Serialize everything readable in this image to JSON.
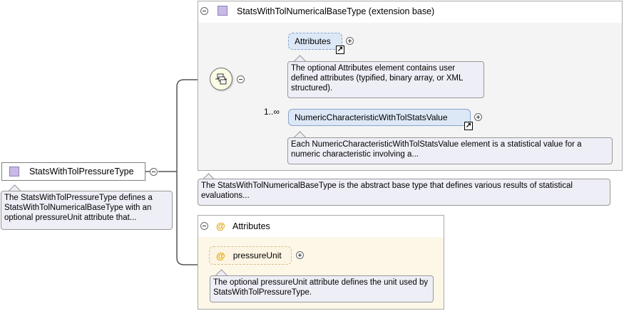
{
  "root": {
    "name": "StatsWithTolPressureType",
    "note": "The StatsWithTolPressureType defines a StatsWithTolNumericalBaseType with an optional pressureUnit attribute that..."
  },
  "base": {
    "title": "StatsWithTolNumericalBaseType (extension base)",
    "note": "The StatsWithTolNumericalBaseType is the abstract base type that defines various results of statistical evaluations...",
    "attributes_elem": {
      "name": "Attributes",
      "note": "The optional Attributes element contains user defined attributes (typified, binary array, or XML structured)."
    },
    "numeric_elem": {
      "name": "NumericCharacteristicWithTolStatsValue",
      "cardinality": "1..∞",
      "note": "Each NumericCharacteristicWithTolStatsValue element is a statistical value for a numeric characteristic involving a..."
    }
  },
  "attributes_group": {
    "title": "Attributes",
    "at_symbol": "@",
    "attr": {
      "name": "pressureUnit",
      "note": "The optional pressureUnit attribute defines the unit used by StatsWithTolPressureType."
    }
  },
  "icons": {
    "expand": "plus-icon",
    "collapse": "minus-icon",
    "sequence": "sequence-compositor-icon",
    "link": "link-arrow-icon"
  },
  "colors": {
    "type_square": "#c9b9e6",
    "element_fill": "#dde8f7",
    "attribute_fill": "#fdf5e3",
    "note_fill": "#eeeef6",
    "base_box_fill": "#f4f4f4"
  }
}
